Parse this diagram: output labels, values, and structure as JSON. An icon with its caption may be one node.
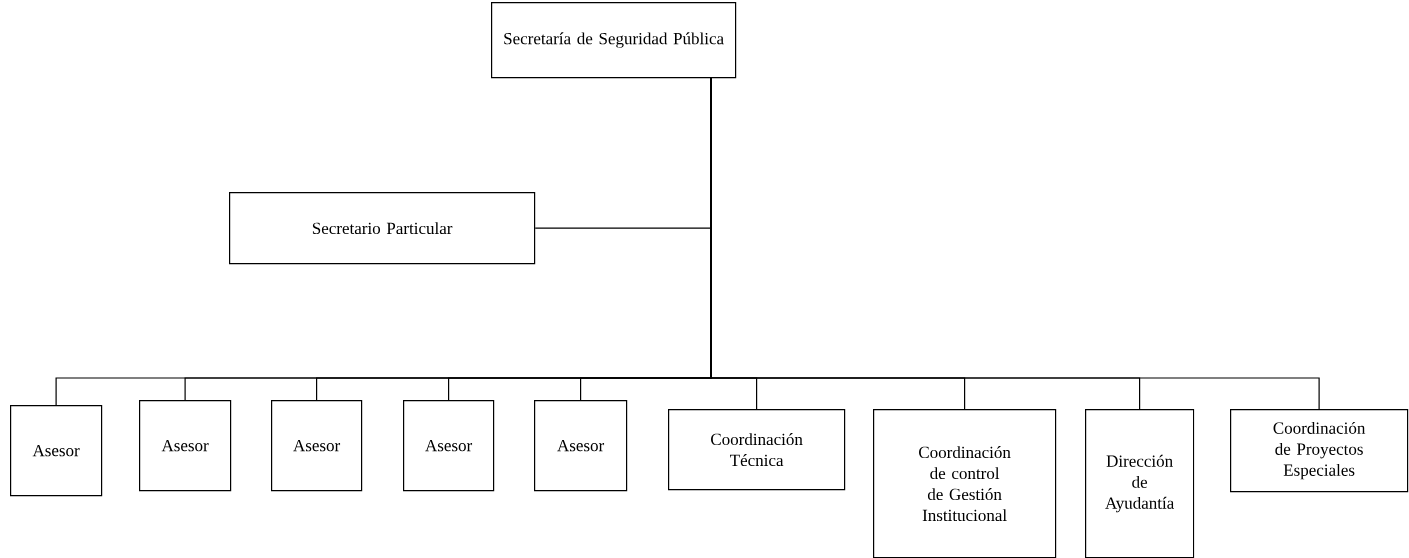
{
  "diagram": {
    "nodes": [
      {
        "text": [
          "Secretaría de Seguridad Pública"
        ]
      },
      {
        "text": [
          "Secretario Particular"
        ]
      },
      {
        "text": [
          "Asesor"
        ]
      },
      {
        "text": [
          "Asesor"
        ]
      },
      {
        "text": [
          "Asesor"
        ]
      },
      {
        "text": [
          "Asesor"
        ]
      },
      {
        "text": [
          "Asesor"
        ]
      },
      {
        "text": [
          "Coordinación Técnica"
        ]
      },
      {
        "text": [
          "Coordinación de control de Gestión Institucional"
        ]
      },
      {
        "text": [
          "Dirección de Ayudantía"
        ]
      },
      {
        "text": [
          "Coordinación de Proyectos Especiales"
        ]
      }
    ],
    "edges": [
      {
        "from": 0,
        "to": 1,
        "arrow": "none"
      },
      {
        "from": 0,
        "to": 2,
        "arrow": "none"
      },
      {
        "from": 0,
        "to": 3,
        "arrow": "none"
      },
      {
        "from": 0,
        "to": 4,
        "arrow": "none"
      },
      {
        "from": 0,
        "to": 5,
        "arrow": "none"
      },
      {
        "from": 0,
        "to": 6,
        "arrow": "none"
      },
      {
        "from": 0,
        "to": 7,
        "arrow": "none"
      },
      {
        "from": 0,
        "to": 8,
        "arrow": "none"
      },
      {
        "from": 0,
        "to": 9,
        "arrow": "none"
      },
      {
        "from": 0,
        "to": 10,
        "arrow": "none"
      }
    ]
  }
}
